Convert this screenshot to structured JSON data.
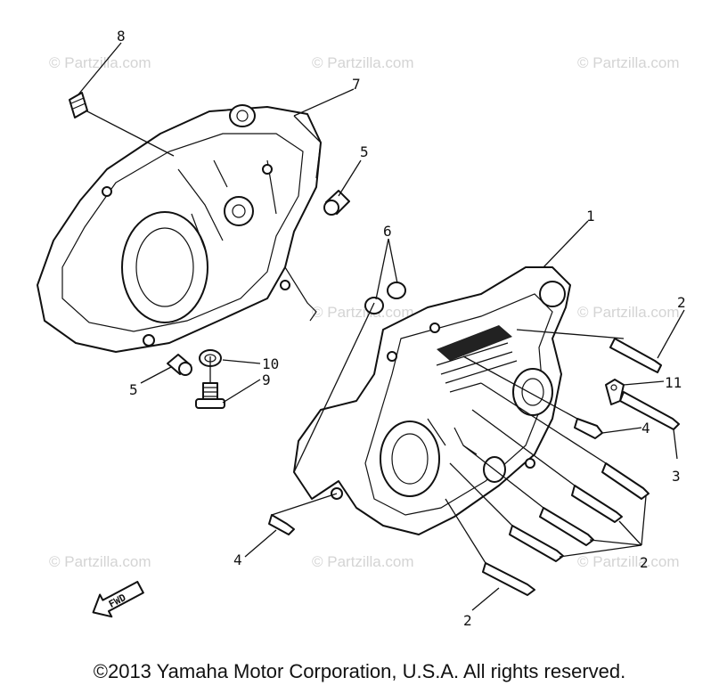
{
  "watermark": "© Partzilla.com",
  "callouts": {
    "c1": "1",
    "c2a": "2",
    "c2b": "2",
    "c2c": "2",
    "c3": "3",
    "c4a": "4",
    "c4b": "4",
    "c5a": "5",
    "c5b": "5",
    "c6": "6",
    "c7": "7",
    "c8": "8",
    "c9": "9",
    "c10": "10",
    "c11": "11"
  },
  "fwd_label": "FWD",
  "copyright": "©2013  Yamaha Motor Corporation, U.S.A. All rights reserved."
}
